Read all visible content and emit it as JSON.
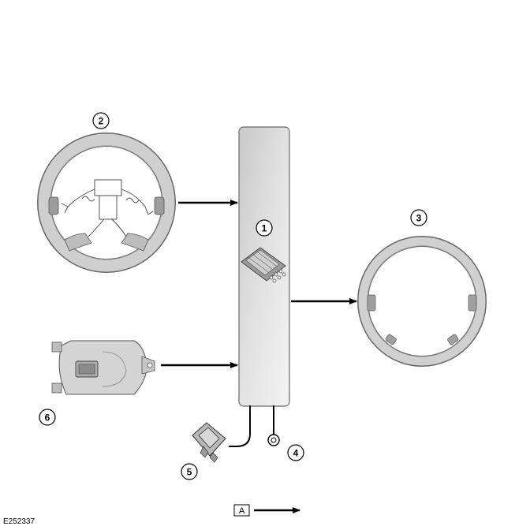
{
  "callouts": {
    "module": "1",
    "steering_wheel": "2",
    "heated_rim": "3",
    "ground": "4",
    "fuse": "5",
    "switch_pack": "6"
  },
  "legend": {
    "key_letter": "A"
  },
  "figure_code": "E252337",
  "colors": {
    "module_fill": "#dcdcdc",
    "wheel_fill": "#cfcfcf",
    "line": "#000000"
  }
}
